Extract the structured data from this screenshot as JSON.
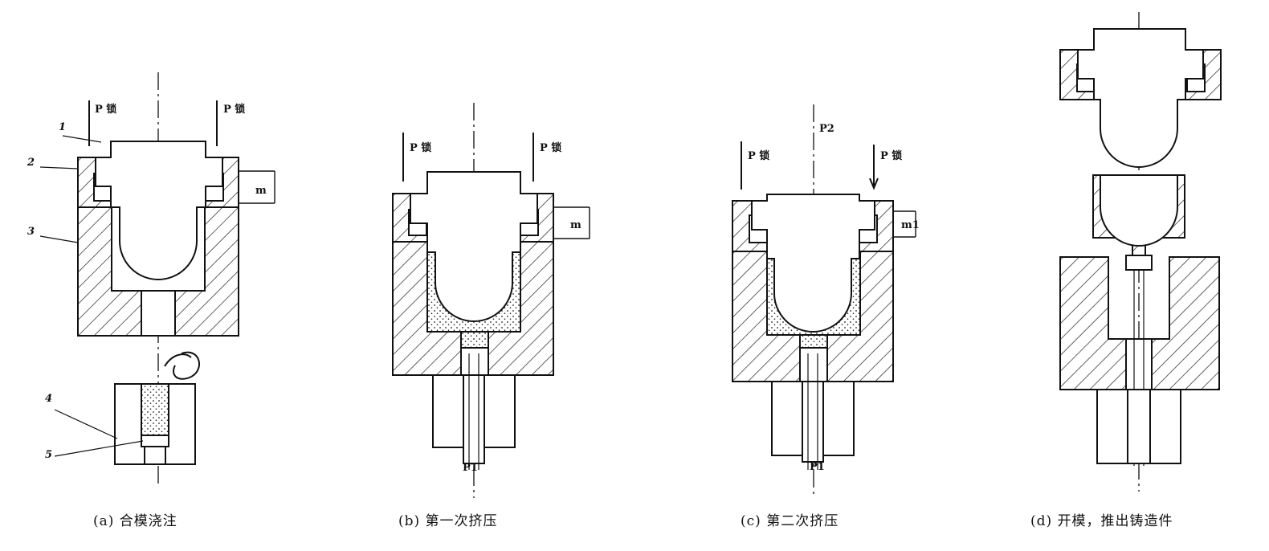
{
  "panels": [
    {
      "caption": "(a) 合模浇注"
    },
    {
      "caption": "(b) 第一次挤压"
    },
    {
      "caption": "(c) 第二次挤压"
    },
    {
      "caption": "(d) 开模，推出铸造件"
    }
  ],
  "labels": {
    "p_lock": "P 锁",
    "p1": "P1",
    "p2": "P2",
    "gap_a": "m",
    "gap_b": "m",
    "gap_c": "m1",
    "part_1": "1",
    "part_2": "2",
    "part_3": "3",
    "part_4": "4",
    "part_5": "5"
  }
}
